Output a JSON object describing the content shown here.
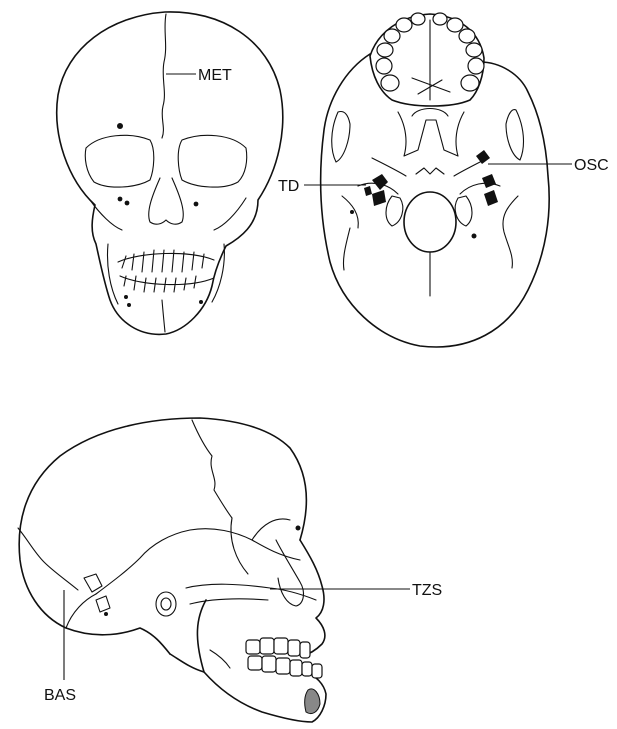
{
  "labels": {
    "met": "MET",
    "osc": "OSC",
    "td": "TD",
    "tzs": "TZS",
    "bas": "BAS"
  }
}
